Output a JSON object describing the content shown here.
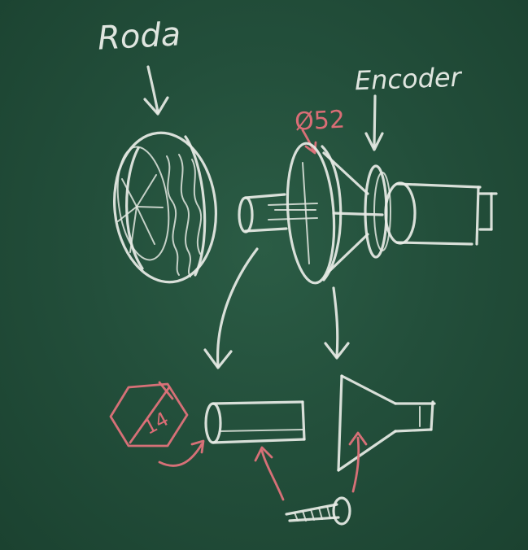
{
  "labels": {
    "wheel": "Roda",
    "encoder": "Encoder",
    "diameter": "Ø52",
    "hex_size": "14"
  },
  "colors": {
    "board": "#234f3b",
    "chalk_white": "#e8ece6",
    "chalk_red": "#e0727a"
  }
}
